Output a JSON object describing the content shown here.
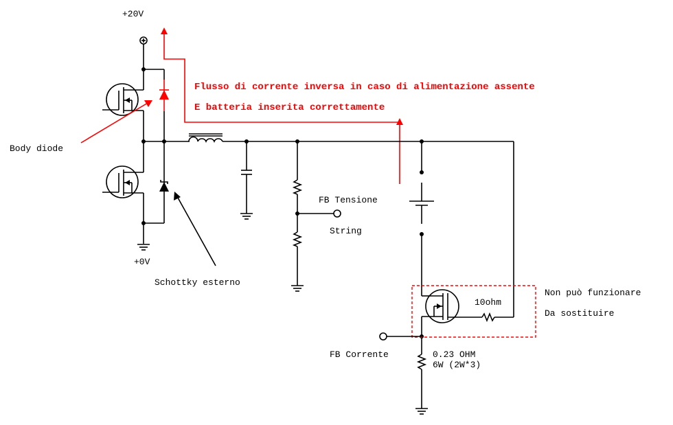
{
  "diagram": {
    "type": "circuit-schematic",
    "colors": {
      "wire": "#000000",
      "annotation": "#ff0000",
      "background": "#ffffff"
    },
    "labels": {
      "supply_positive": "+20V",
      "supply_ground": "+0V",
      "body_diode": "Body diode",
      "schottky": "Schottky esterno",
      "fb_voltage": "FB Tensione",
      "fb_voltage_sub": "String",
      "fb_current": "FB Corrente",
      "gate_resistor": "10ohm",
      "shunt_value": "0.23 OHM",
      "shunt_power": "6W (2W*3)",
      "note_line1": "Non può funzionare",
      "note_line2": "Da sostituire"
    },
    "annotation": {
      "line1": "Flusso di corrente inversa in caso di alimentazione assente",
      "line2": "E batteria inserita correttamente"
    },
    "components": [
      {
        "name": "high-side-mosfet",
        "kind": "N-MOSFET"
      },
      {
        "name": "low-side-mosfet",
        "kind": "N-MOSFET"
      },
      {
        "name": "body-diode",
        "kind": "diode",
        "highlight": "red"
      },
      {
        "name": "schottky-diode",
        "kind": "schottky"
      },
      {
        "name": "inductor",
        "kind": "inductor"
      },
      {
        "name": "output-capacitor",
        "kind": "capacitor"
      },
      {
        "name": "voltage-divider-top",
        "kind": "resistor"
      },
      {
        "name": "voltage-divider-bottom",
        "kind": "resistor"
      },
      {
        "name": "battery",
        "kind": "battery"
      },
      {
        "name": "series-mosfet",
        "kind": "P-MOSFET",
        "status": "Non può funzionare"
      },
      {
        "name": "gate-resistor",
        "kind": "resistor",
        "value": "10ohm"
      },
      {
        "name": "shunt-resistor",
        "kind": "resistor",
        "value": "0.23 OHM",
        "power": "6W (2W*3)"
      }
    ]
  }
}
